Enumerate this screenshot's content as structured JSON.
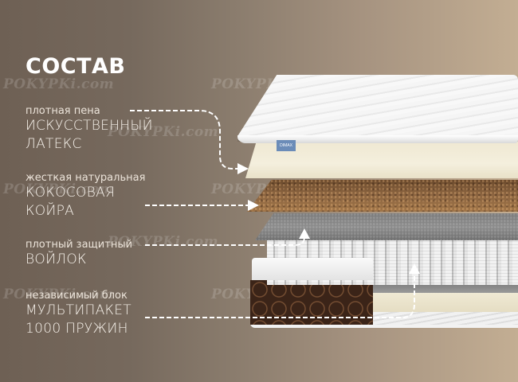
{
  "title": "СОСТАВ",
  "layers": [
    {
      "sub": "плотная пена",
      "line1": "ИСКУССТВЕННЫЙ",
      "line2": "ЛАТЕКС"
    },
    {
      "sub": "жесткая натуральная",
      "line1": "КОКОСОВАЯ",
      "line2": "КОЙРА"
    },
    {
      "sub": "плотный защитный",
      "line1": "ВОЙЛОК",
      "line2": ""
    },
    {
      "sub": "независимый блок",
      "line1": "МУЛЬТИПАКЕТ",
      "line2": "1000 ПРУЖИН"
    }
  ],
  "brand_tag": "DIMAX",
  "watermark": "POKYPKi.com",
  "colors": {
    "bg_left": "#6e6054",
    "bg_right": "#c3ae93",
    "text": "#f6f1ea",
    "cover": "#f5f5f5",
    "latex": "#efe8d2",
    "coir": "#8b6440",
    "felt": "#8c8c8c",
    "side_fabric": "#3b2418",
    "brand_tag_bg": "#6b8cb8"
  }
}
